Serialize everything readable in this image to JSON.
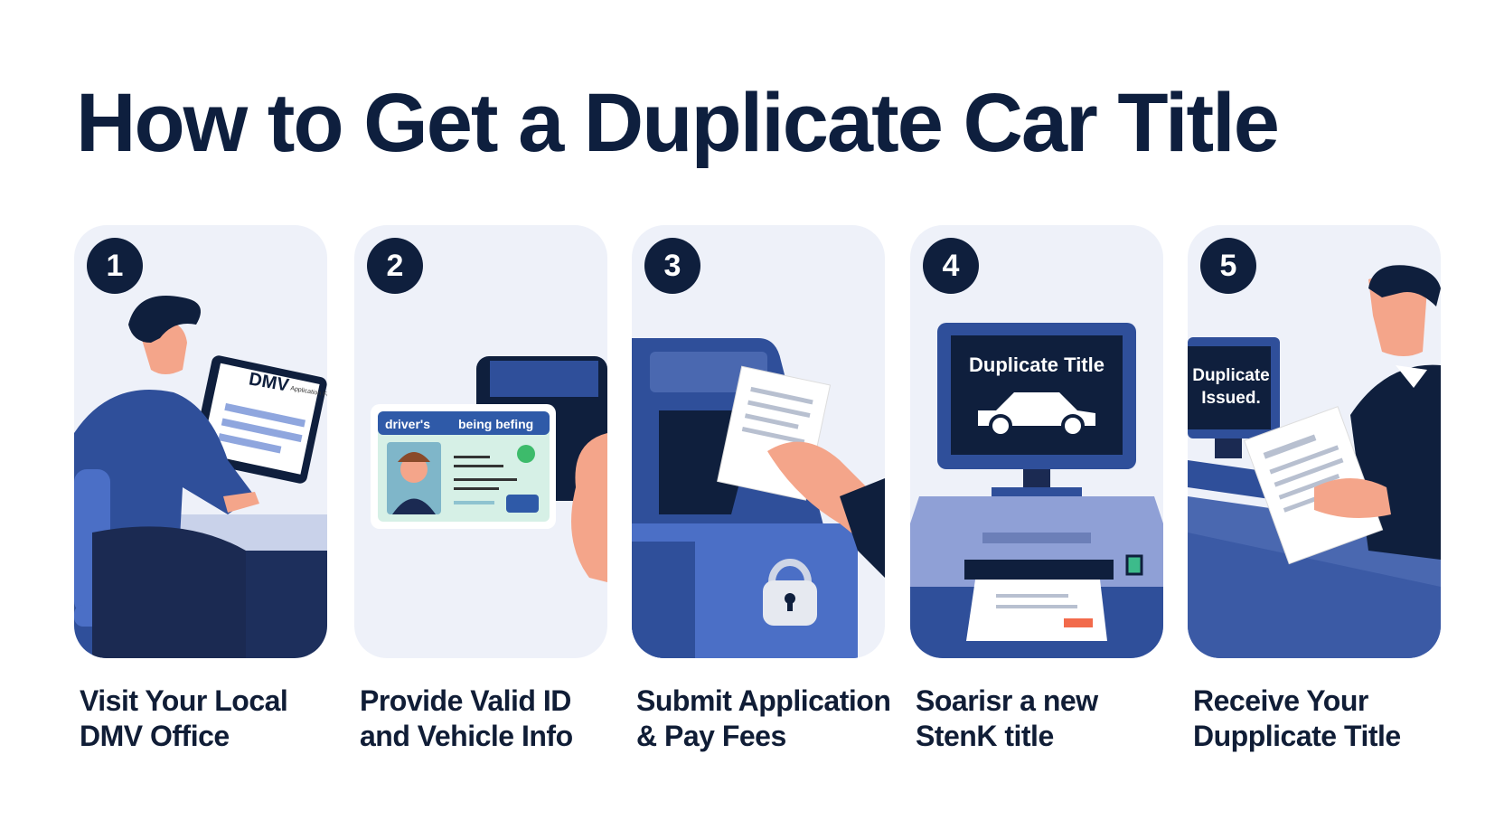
{
  "title": "How to Get a Duplicate Car Title",
  "colors": {
    "navy": "#0f1f3d",
    "blue": "#2f4f9a",
    "panel_bg": "#eef1f9",
    "accent_orange": "#f26a4b",
    "green": "#3dbb6b"
  },
  "steps": [
    {
      "number": "1",
      "line1": "Visit Your Local",
      "line2": "DMV Office",
      "illustration_text": {
        "screen": "DMV",
        "screen_sub": "Application Form"
      }
    },
    {
      "number": "2",
      "line1": "Provide Valid ID",
      "line2": "and Vehicle Info",
      "illustration_text": {
        "card_header_left": "driver's",
        "card_header_right": "being befing"
      }
    },
    {
      "number": "3",
      "line1": "Submit Application",
      "line2": "& Pay Fees",
      "illustration_text": {}
    },
    {
      "number": "4",
      "line1": "Soarisr a new",
      "line2": "StenK title",
      "illustration_text": {
        "screen": "Duplicate Title"
      }
    },
    {
      "number": "5",
      "line1": "Receive Your",
      "line2": "Dupplicate Title",
      "illustration_text": {
        "screen_line1": "Duplicate",
        "screen_line2": "Issued."
      }
    }
  ]
}
